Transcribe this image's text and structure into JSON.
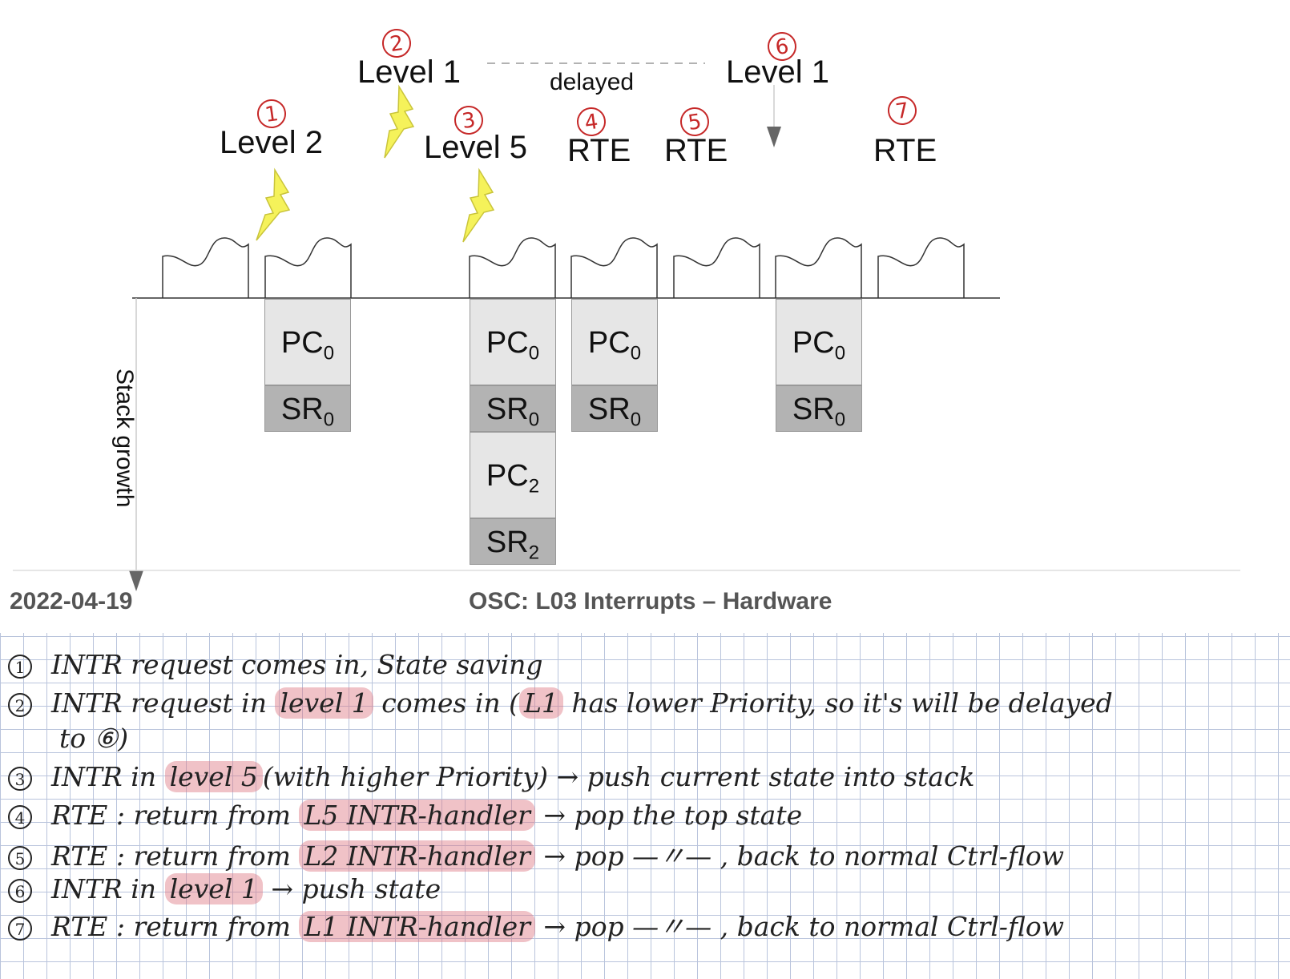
{
  "diagram": {
    "events": {
      "e1": {
        "marker": "1",
        "label": "Level 2"
      },
      "e2": {
        "marker": "2",
        "label": "Level 1"
      },
      "e3": {
        "marker": "3",
        "label": "Level 5"
      },
      "e4": {
        "marker": "4",
        "label": "RTE"
      },
      "e5": {
        "marker": "5",
        "label": "RTE"
      },
      "e6": {
        "marker": "6",
        "label": "Level 1"
      },
      "e7": {
        "marker": "7",
        "label": "RTE"
      }
    },
    "delayed_label": "delayed",
    "stack_axis_label": "Stack growth",
    "cells": {
      "pc": "PC",
      "sr": "SR",
      "sub0": "0",
      "sub2": "2"
    }
  },
  "footer": {
    "date": "2022-04-19",
    "title": "OSC: L03 Interrupts – Hardware"
  },
  "notes": [
    {
      "marker": "1",
      "parts": [
        {
          "t": "INTR request comes in, State saving"
        }
      ]
    },
    {
      "marker": "2",
      "parts": [
        {
          "t": "INTR request in "
        },
        {
          "t": "level 1",
          "hl": true
        },
        {
          "t": " comes in ("
        },
        {
          "t": "L1",
          "hl": true
        },
        {
          "t": " has lower Priority, so it's will be delayed"
        }
      ]
    },
    {
      "marker": "",
      "parts": [
        {
          "t": "to ⑥)"
        }
      ]
    },
    {
      "marker": "3",
      "parts": [
        {
          "t": "INTR in "
        },
        {
          "t": "level 5",
          "hl": true
        },
        {
          "t": "(with higher Priority) → push current state into stack"
        }
      ]
    },
    {
      "marker": "4",
      "parts": [
        {
          "t": "RTE : return from "
        },
        {
          "t": "L5 INTR-handler",
          "hl": true
        },
        {
          "t": " → pop the top state"
        }
      ]
    },
    {
      "marker": "5",
      "parts": [
        {
          "t": "RTE : return from "
        },
        {
          "t": "L2 INTR-handler",
          "hl": true
        },
        {
          "t": " → pop —〃—  , back to normal Ctrl-flow"
        }
      ]
    },
    {
      "marker": "6",
      "parts": [
        {
          "t": "INTR in "
        },
        {
          "t": "level 1",
          "hl": true
        },
        {
          "t": " → push state"
        }
      ]
    },
    {
      "marker": "7",
      "parts": [
        {
          "t": "RTE : return from "
        },
        {
          "t": "L1 INTR-handler",
          "hl": true
        },
        {
          "t": " → pop —〃—  , back to normal Ctrl-flow"
        }
      ]
    }
  ]
}
